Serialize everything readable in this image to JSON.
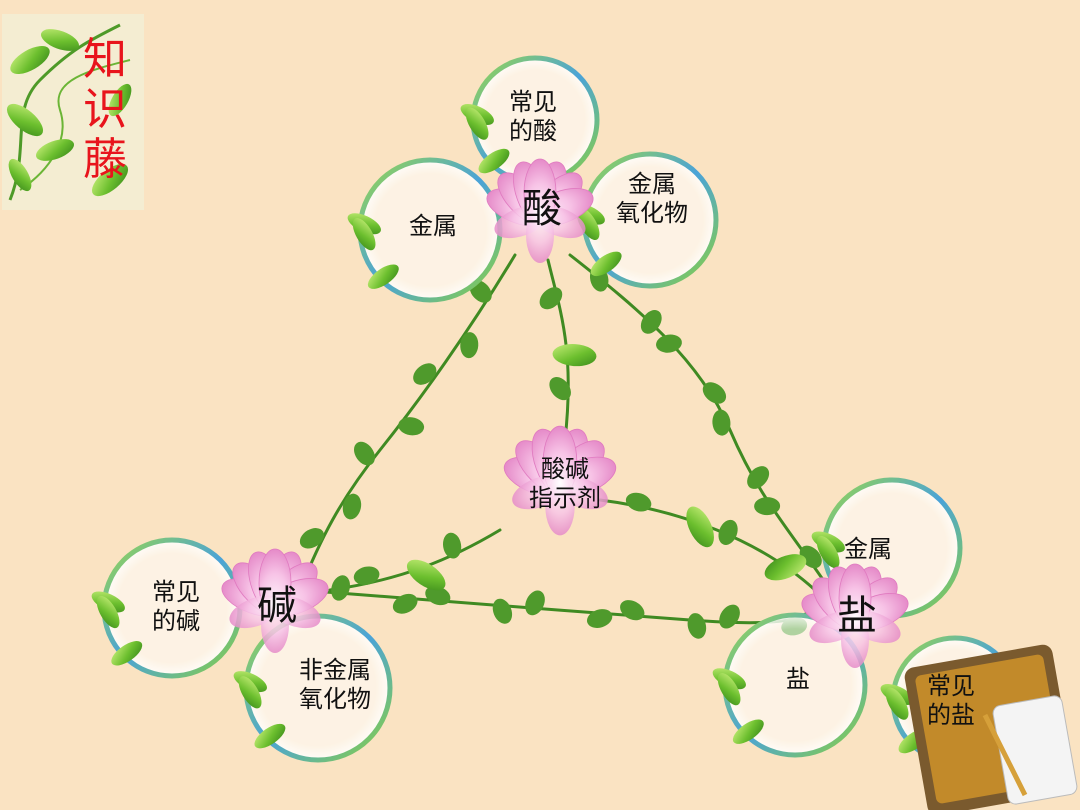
{
  "title": [
    "知",
    "识",
    "藤"
  ],
  "hubs": {
    "acid": "酸",
    "base": "碱",
    "salt": "盐"
  },
  "indicator": [
    "酸碱",
    "指示剂"
  ],
  "acid_nodes": {
    "top": [
      "常见",
      "的酸"
    ],
    "left": [
      "金属"
    ],
    "right": [
      "金属",
      "氧化物"
    ]
  },
  "base_nodes": {
    "left": [
      "常见",
      "的碱"
    ],
    "bottom": [
      "非金属",
      "氧化物"
    ]
  },
  "salt_nodes": {
    "top": [
      "金属"
    ],
    "left": [
      "盐"
    ],
    "right": [
      "常见",
      "的盐"
    ]
  },
  "colors": {
    "background": "#fae3c2",
    "title": "#e8141c",
    "lotus": "#f2a6d6",
    "leaf": "#6cbf2e",
    "ring": "#4aa3d8"
  }
}
